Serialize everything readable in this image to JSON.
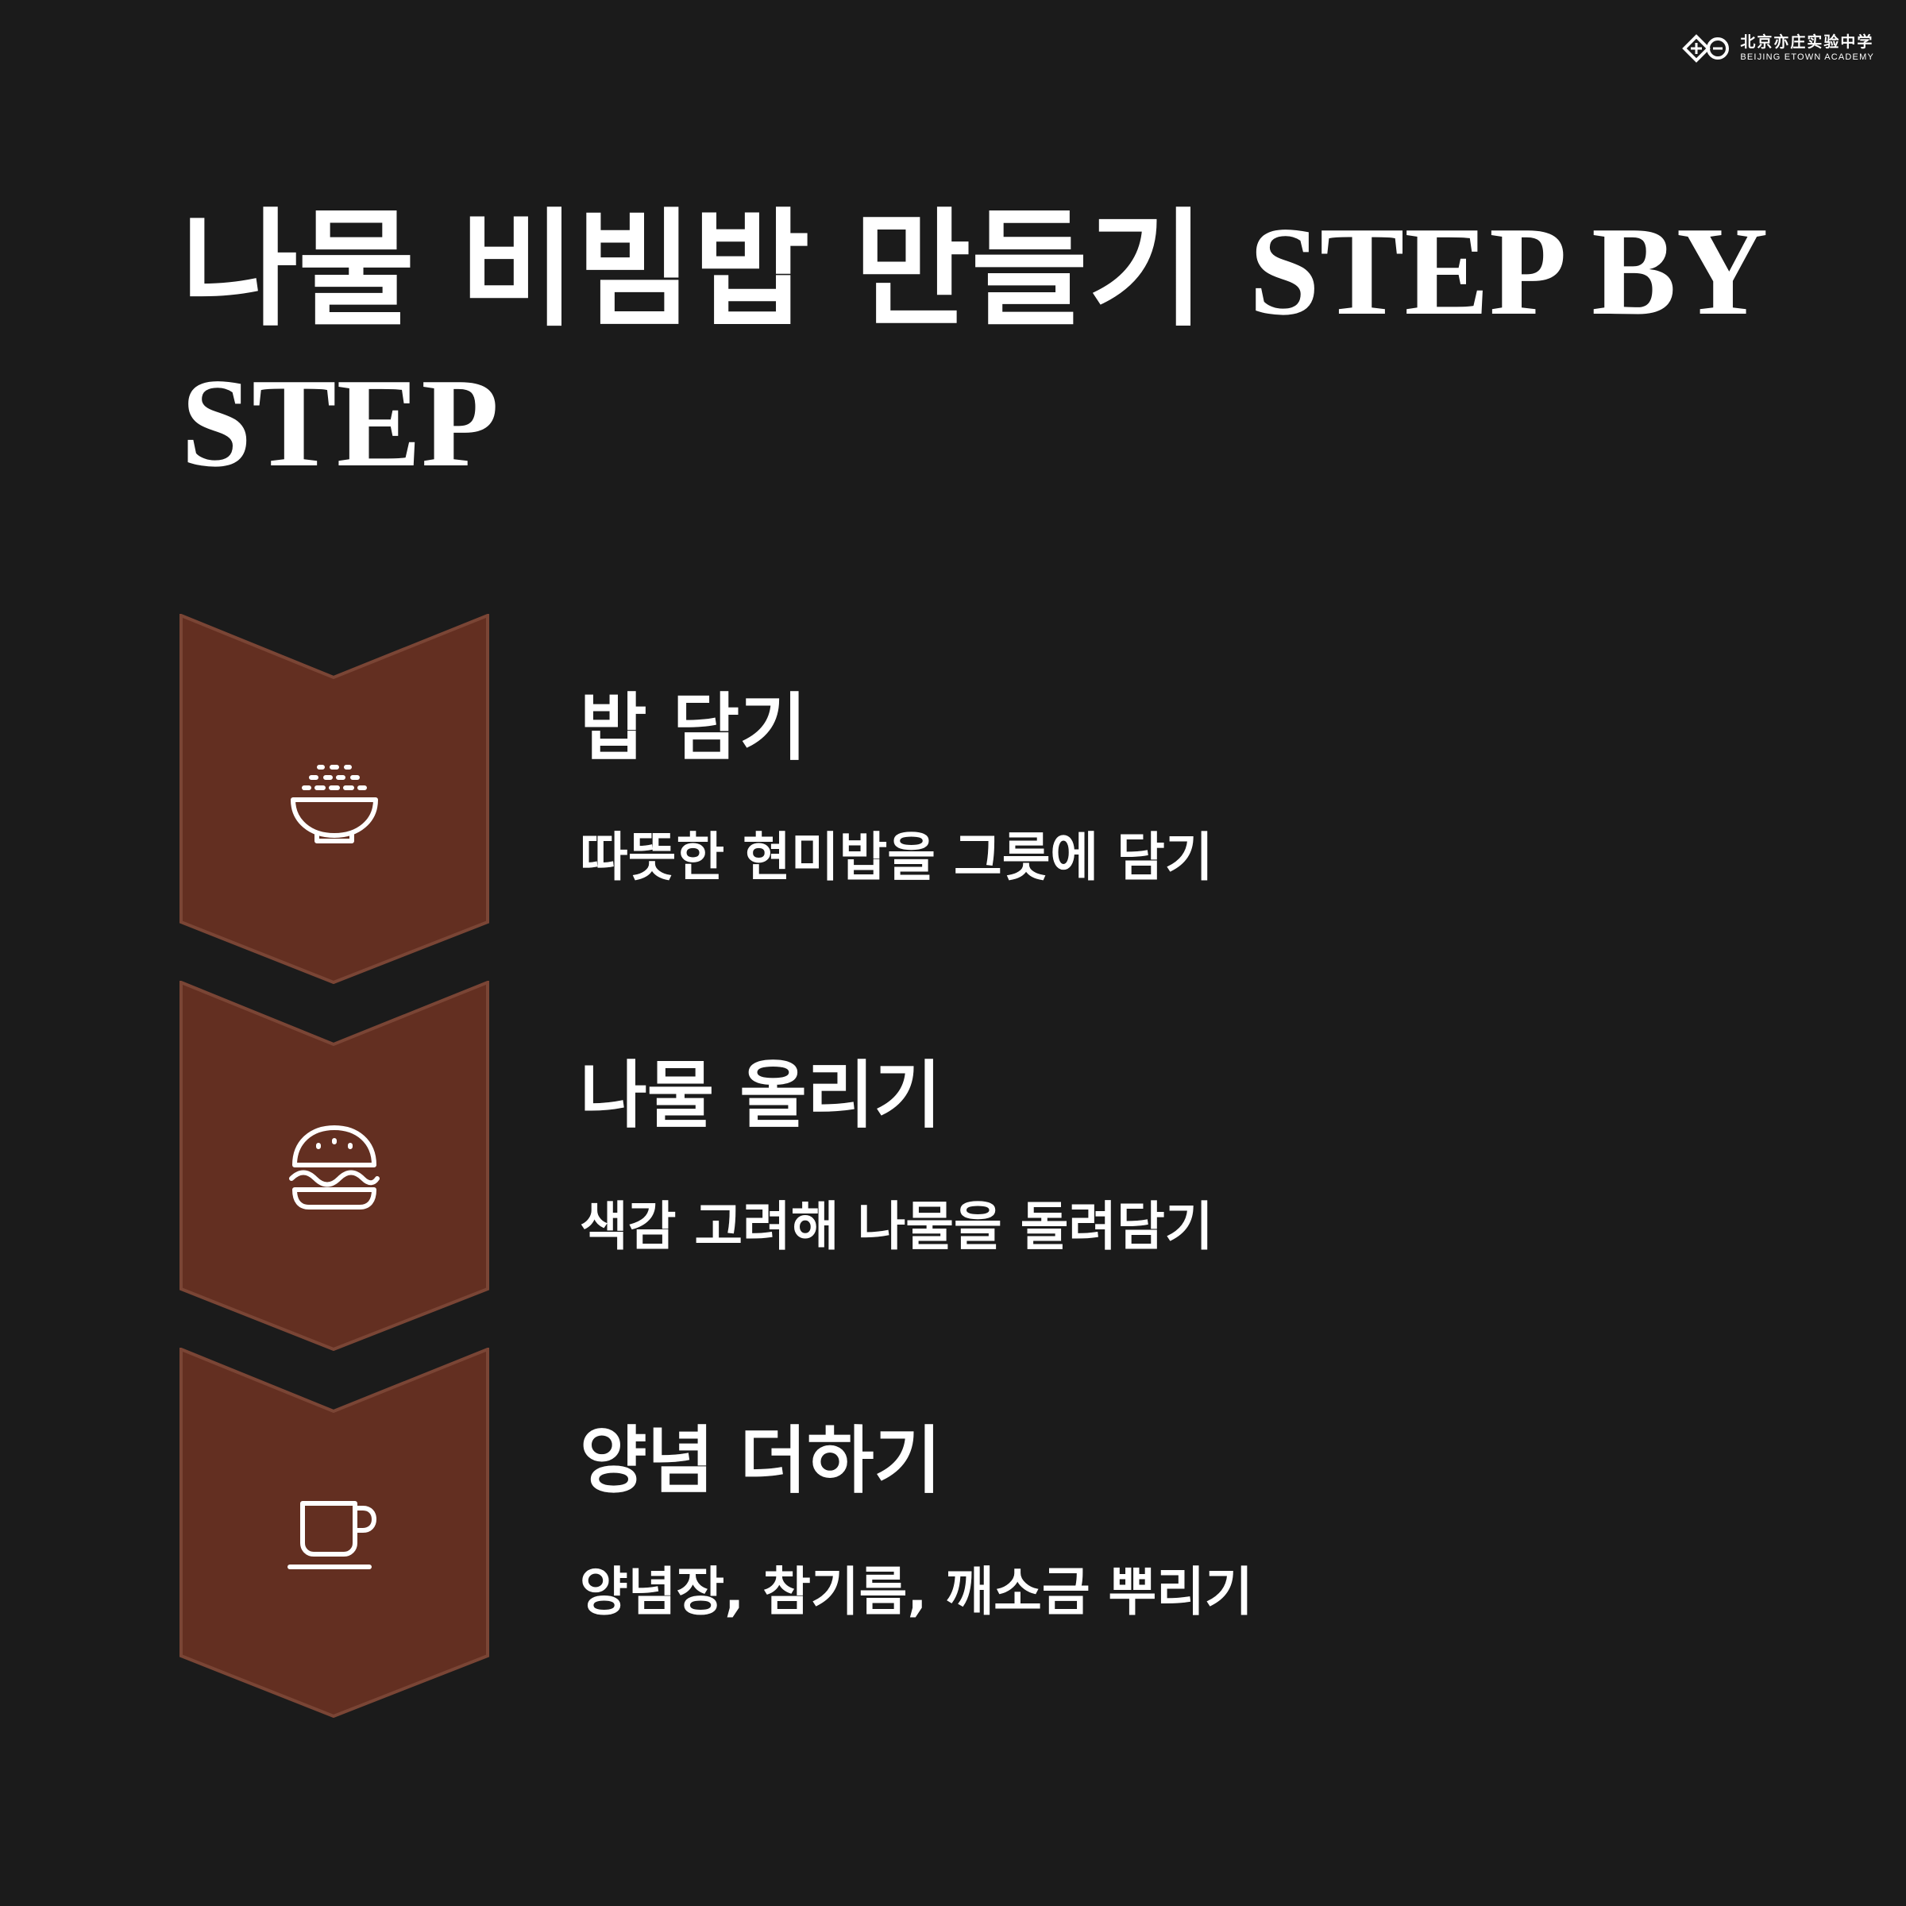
{
  "logo": {
    "name_cn": "北京亦庄实验中学",
    "name_en": "BEIJING ETOWN ACADEMY"
  },
  "title": {
    "korean": "나물 비빔밥 만들기",
    "latin": "STEP BY STEP"
  },
  "steps": [
    {
      "icon": "rice-bowl-icon",
      "title": "밥 담기",
      "description": "따뜻한 현미밥을 그릇에 담기"
    },
    {
      "icon": "burger-icon",
      "title": "나물 올리기",
      "description": "색감 고려해 나물을 돌려담기"
    },
    {
      "icon": "coffee-cup-icon",
      "title": "양념 더하기",
      "description": "양념장, 참기름, 깨소금 뿌리기"
    }
  ],
  "colors": {
    "background": "#1b1b1b",
    "chevron_fill": "#632f21",
    "chevron_stroke": "#7a4535",
    "text": "#ffffff"
  }
}
